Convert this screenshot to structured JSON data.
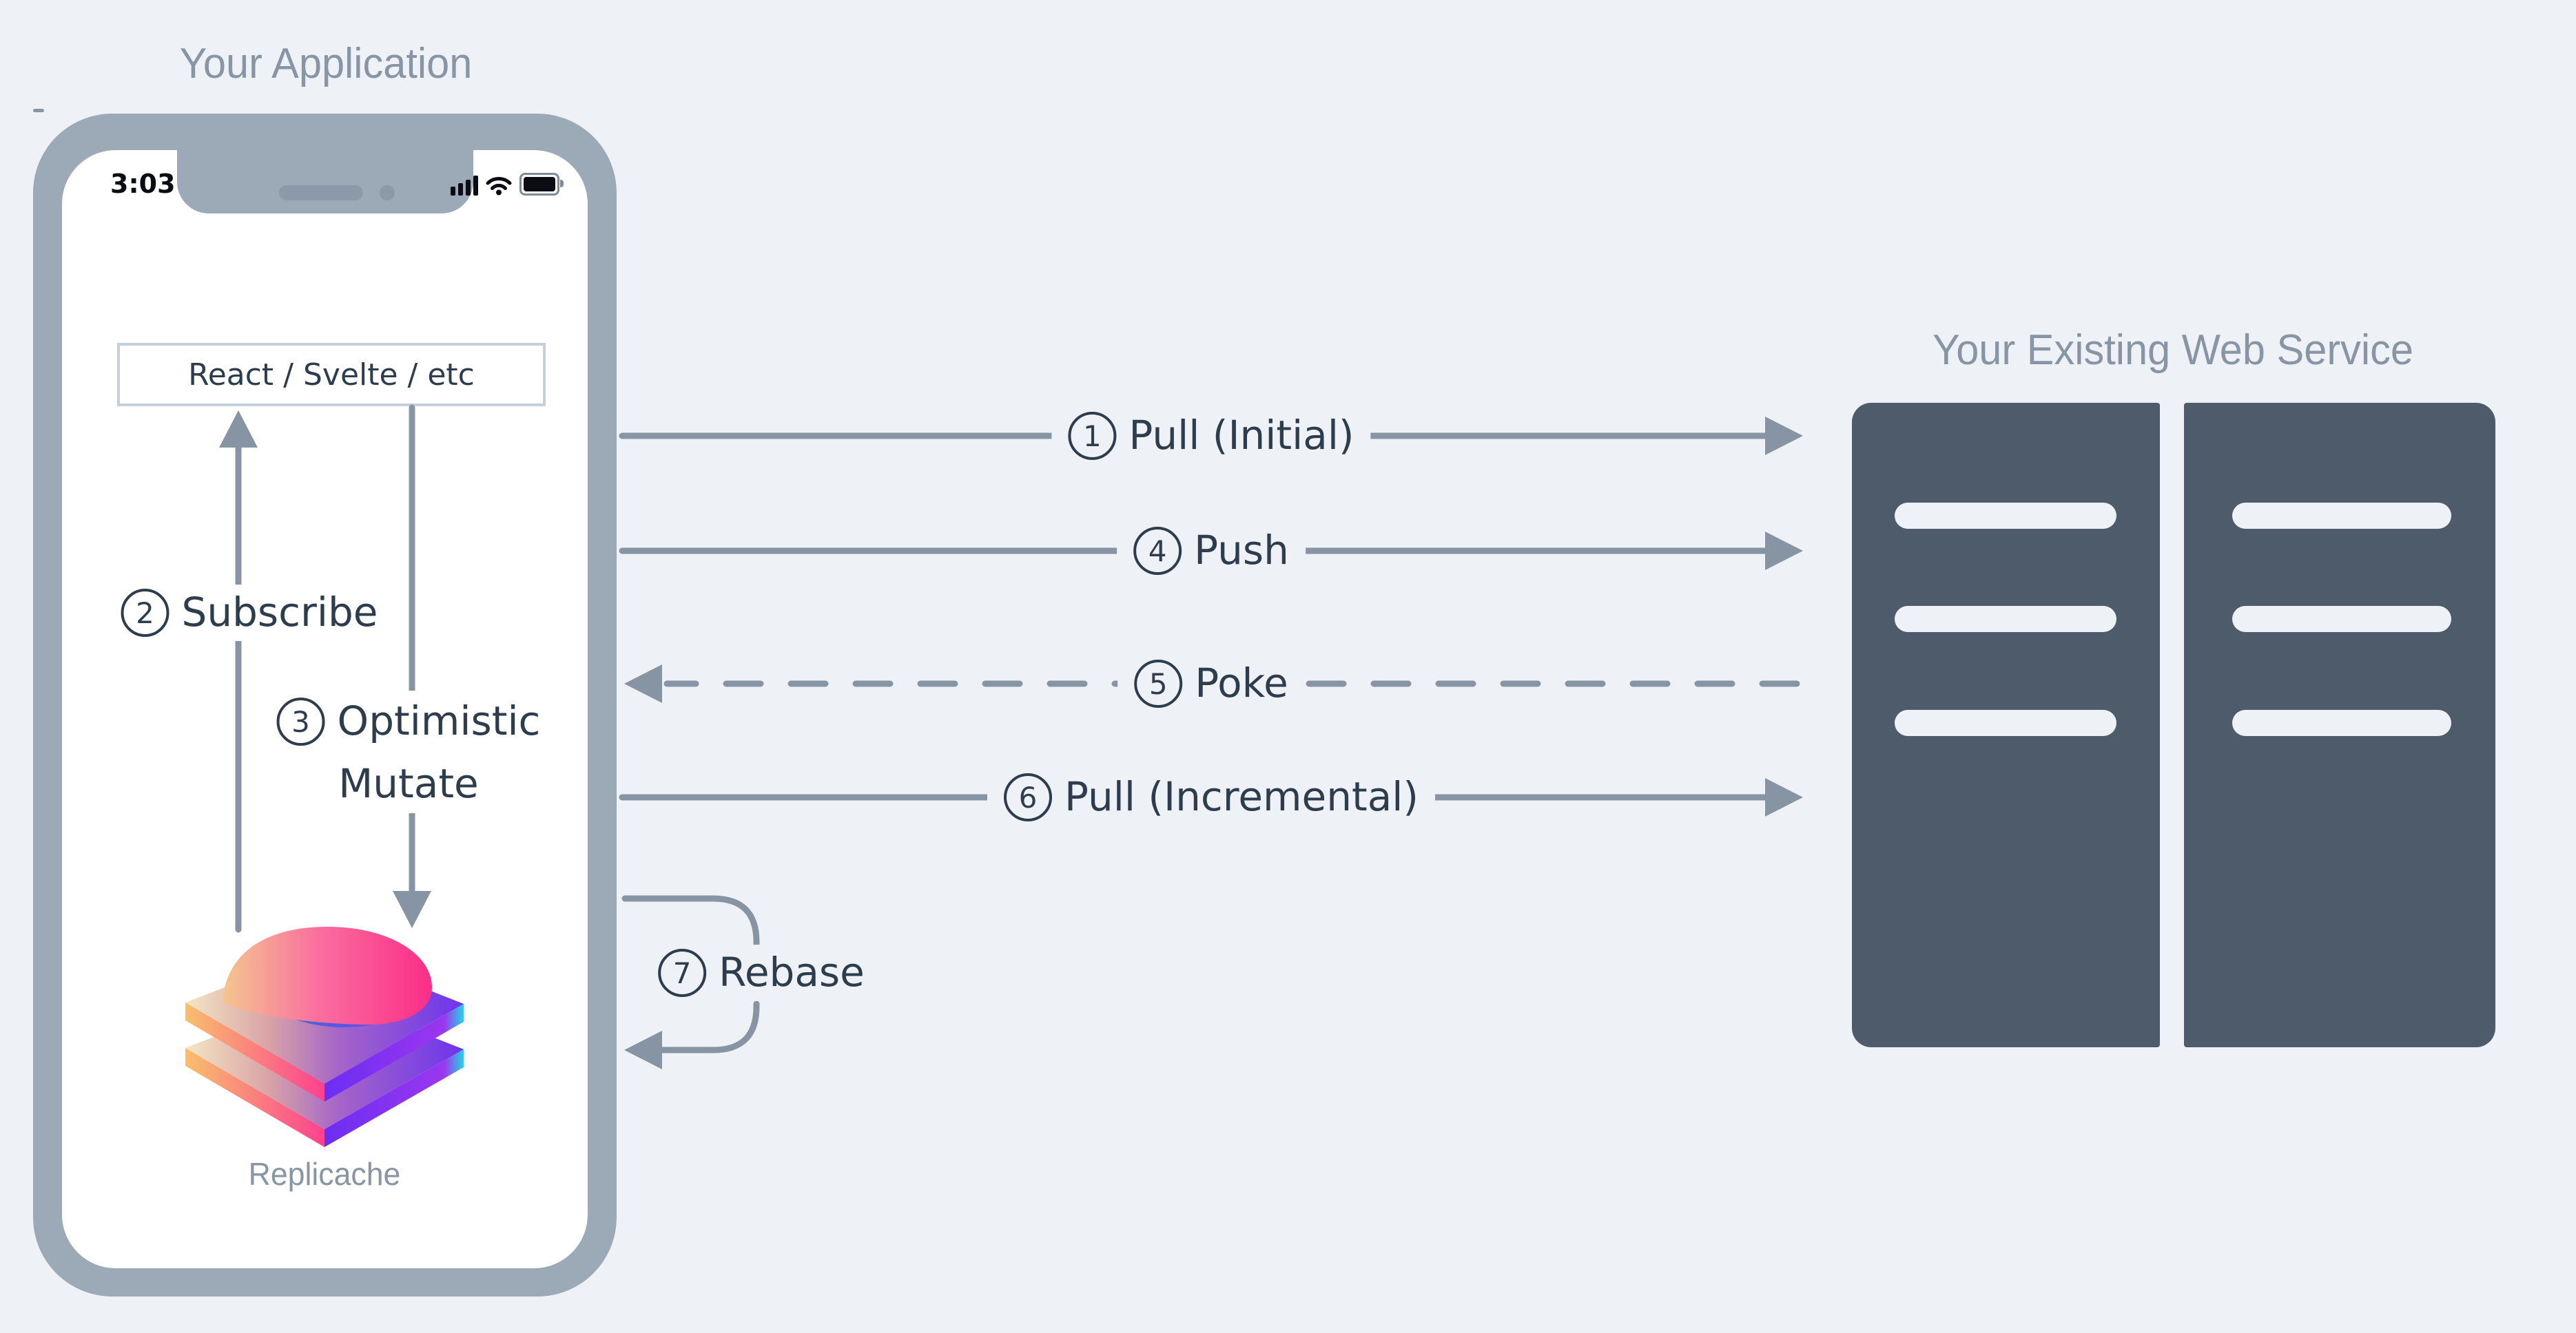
{
  "titles": {
    "application": "Your Application",
    "web_service": "Your Existing Web Service"
  },
  "phone_status": {
    "time": "3:03",
    "icons": [
      "signal-icon",
      "wifi-icon",
      "battery-icon"
    ]
  },
  "ui_box": {
    "label": "React / Svelte / etc"
  },
  "logo": {
    "label": "Replicache"
  },
  "flows": {
    "pull_initial": {
      "num": "1",
      "label": "Pull (Initial)"
    },
    "subscribe": {
      "num": "2",
      "label": "Subscribe"
    },
    "optimistic_mutate": {
      "num": "3",
      "label": "Optimistic",
      "label_line2": "Mutate"
    },
    "push": {
      "num": "4",
      "label": "Push"
    },
    "poke": {
      "num": "5",
      "label": "Poke"
    },
    "pull_incremental": {
      "num": "6",
      "label": "Pull (Incremental)"
    },
    "rebase": {
      "num": "7",
      "label": "Rebase"
    }
  },
  "colors": {
    "background": "#eef2f6",
    "phone_bezel": "#9caab8",
    "connector": "#8794a4",
    "label_text": "#2e3d4e",
    "muted_title": "#8795a5",
    "server": "#4d5b6a"
  }
}
